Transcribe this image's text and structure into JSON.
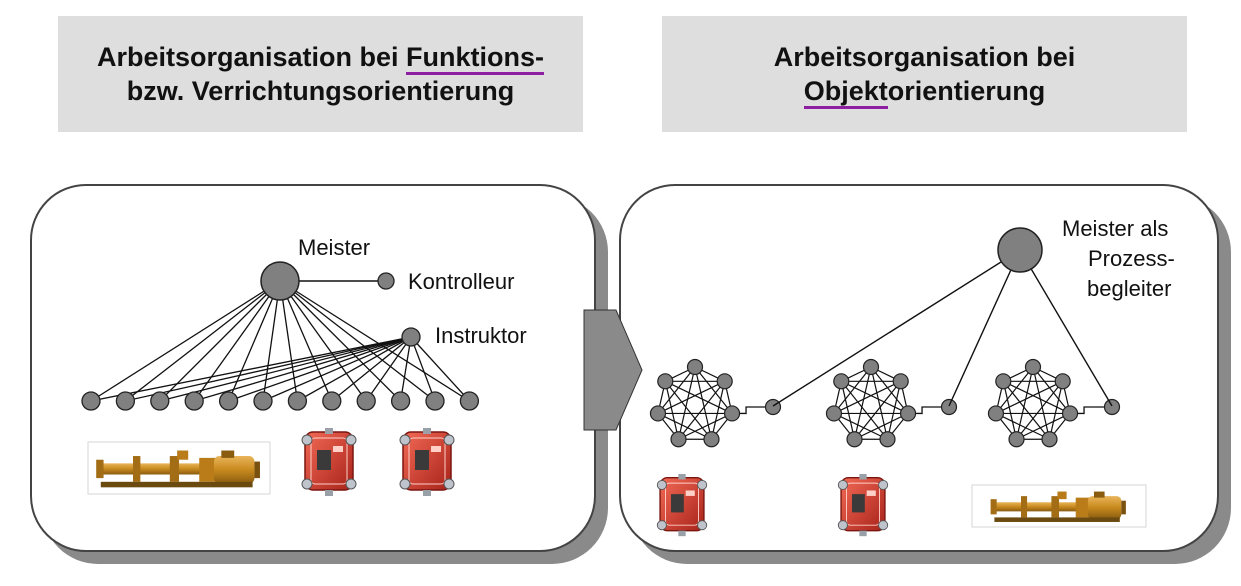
{
  "left": {
    "title_before": "Arbeitsorganisation bei ",
    "title_underlined": "Funktions-",
    "title_line2": "bzw. Verrichtungsorientierung",
    "meister_label": "Meister",
    "kontrolleur_label": "Kontrolleur",
    "instruktor_label": "Instruktor",
    "worker_count": 12
  },
  "right": {
    "title_line1": "Arbeitsorganisation bei",
    "title_underlined": "Objekt",
    "title_rest": "orientierung",
    "meister_label_lines": [
      "Meister als",
      "Prozess-",
      "begleiter"
    ],
    "group_count": 3
  },
  "colors": {
    "node_fill": "#808080",
    "header_bg": "#dedede",
    "underline": "#8e1ea2",
    "pipe_orange": "#c88a1e",
    "pump_red": "#d9352a"
  },
  "icons": [
    "horizontal-pump-image",
    "rotary-pump-image",
    "process-arrow-icon"
  ]
}
